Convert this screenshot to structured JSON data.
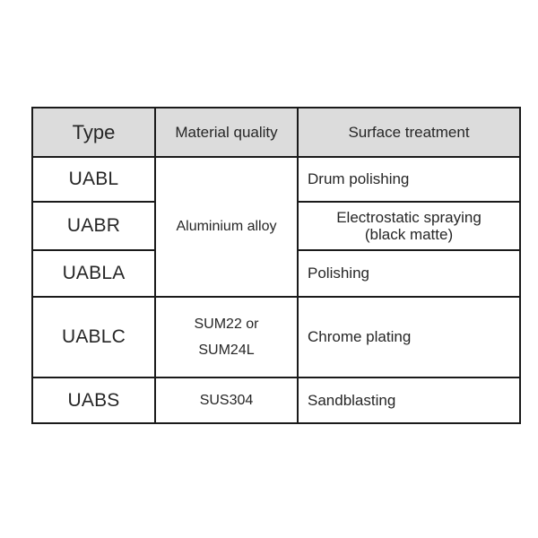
{
  "table": {
    "headers": {
      "type": "Type",
      "material": "Material quality",
      "surface": "Surface treatment"
    },
    "rows": [
      {
        "type": "UABL",
        "material": "Aluminium alloy",
        "surface": "Drum polishing"
      },
      {
        "type": "UABR",
        "surface_line1": "Electrostatic spraying",
        "surface_line2": "(black matte)"
      },
      {
        "type": "UABLA",
        "surface": "Polishing"
      },
      {
        "type": "UABLC",
        "material_line1": "SUM22 or",
        "material_line2": "SUM24L",
        "surface": "Chrome plating"
      },
      {
        "type": "UABS",
        "material": "SUS304",
        "surface": "Sandblasting"
      }
    ]
  },
  "colors": {
    "type_code": "#e8651f",
    "header_background": "#dcdcdc",
    "border": "#1a1a1a",
    "text": "#262626",
    "page_background": "#ffffff"
  }
}
